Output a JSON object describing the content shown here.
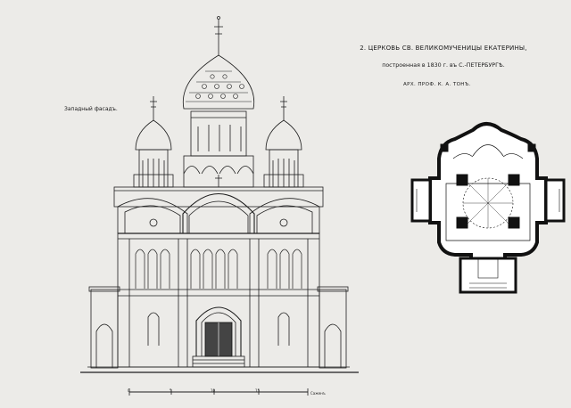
{
  "sheet": {
    "title": "2. ЦЕРКОВЬ СВ. ВЕЛИКОМУЧЕНИЦЫ ЕКАТЕРИНЫ,",
    "subtitle": "построенная в 1830 г. въ С.-ПЕТЕРБУРГѢ.",
    "architect": "АРХ. ПРОФ. К. А. ТОНЪ.",
    "facade_label": "Западный фасадъ.",
    "scale": {
      "ticks": [
        "0",
        "5",
        "10",
        "15"
      ],
      "unit": "Саженъ"
    }
  }
}
